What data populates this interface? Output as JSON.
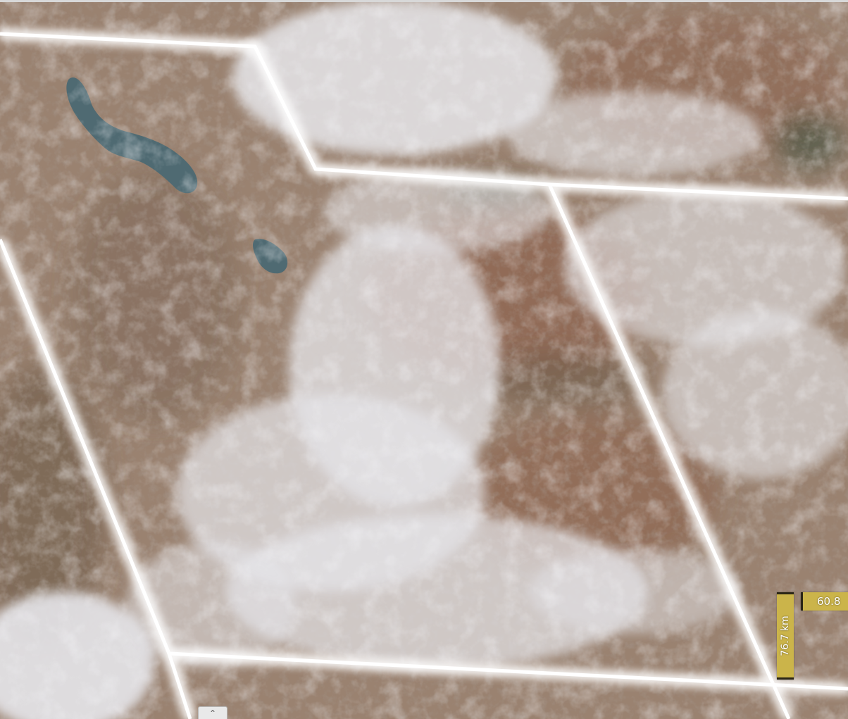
{
  "map": {
    "type": "satellite-imagery",
    "palette": {
      "terrain_base": "#9a8270",
      "terrain_dark": "#6e5a4a",
      "terrain_red": "#8a5a44",
      "cloud": "#e6e6ea",
      "water": "#4f6a72",
      "forest": "#4a5544",
      "swath_seam": "#ffffff"
    }
  },
  "scale": {
    "vertical_label": "76.7 km",
    "horizontal_label": "60.8",
    "bar_color": "#cbb44a",
    "cap_color": "#2b2616"
  },
  "controls": {
    "bottom_tab_icon": "chevron-up-icon"
  }
}
